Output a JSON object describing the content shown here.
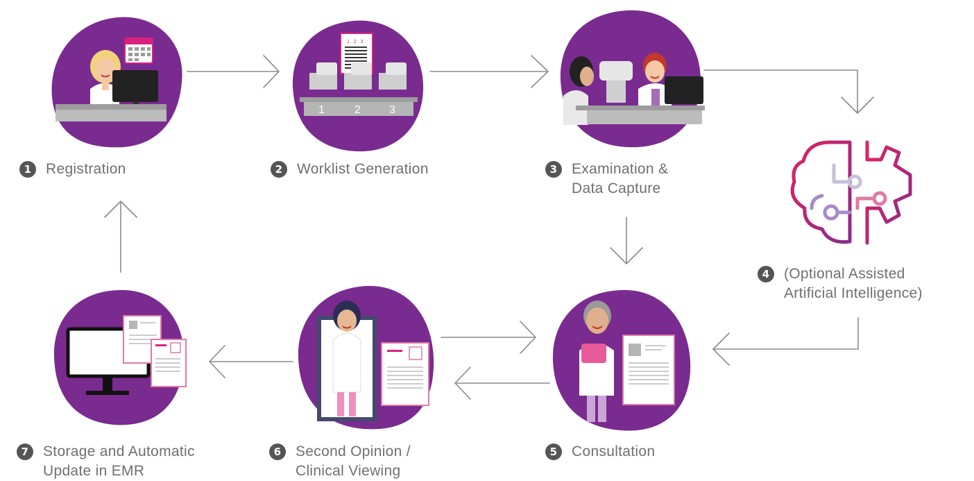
{
  "steps": [
    {
      "number": "1",
      "lines": [
        "Registration"
      ]
    },
    {
      "number": "2",
      "lines": [
        "Worklist Generation"
      ]
    },
    {
      "number": "3",
      "lines": [
        "Examination &",
        "Data Capture"
      ]
    },
    {
      "number": "4",
      "lines": [
        "(Optional Assisted",
        "Artificial Intelligence)"
      ]
    },
    {
      "number": "5",
      "lines": [
        "Consultation"
      ]
    },
    {
      "number": "6",
      "lines": [
        "Second Opinion /",
        "Clinical Viewing"
      ]
    },
    {
      "number": "7",
      "lines": [
        "Storage and Automatic",
        "Update in EMR"
      ]
    }
  ],
  "worklist": {
    "slots": [
      "1",
      "2",
      "3"
    ]
  },
  "colors": {
    "blob": "#7a2b8f",
    "pink": "#d9227f",
    "arrow": "#8a8a8a",
    "label": "#6f6f6f",
    "ai_icon_start": "#e0245e",
    "ai_icon_end": "#8a2a8c"
  }
}
